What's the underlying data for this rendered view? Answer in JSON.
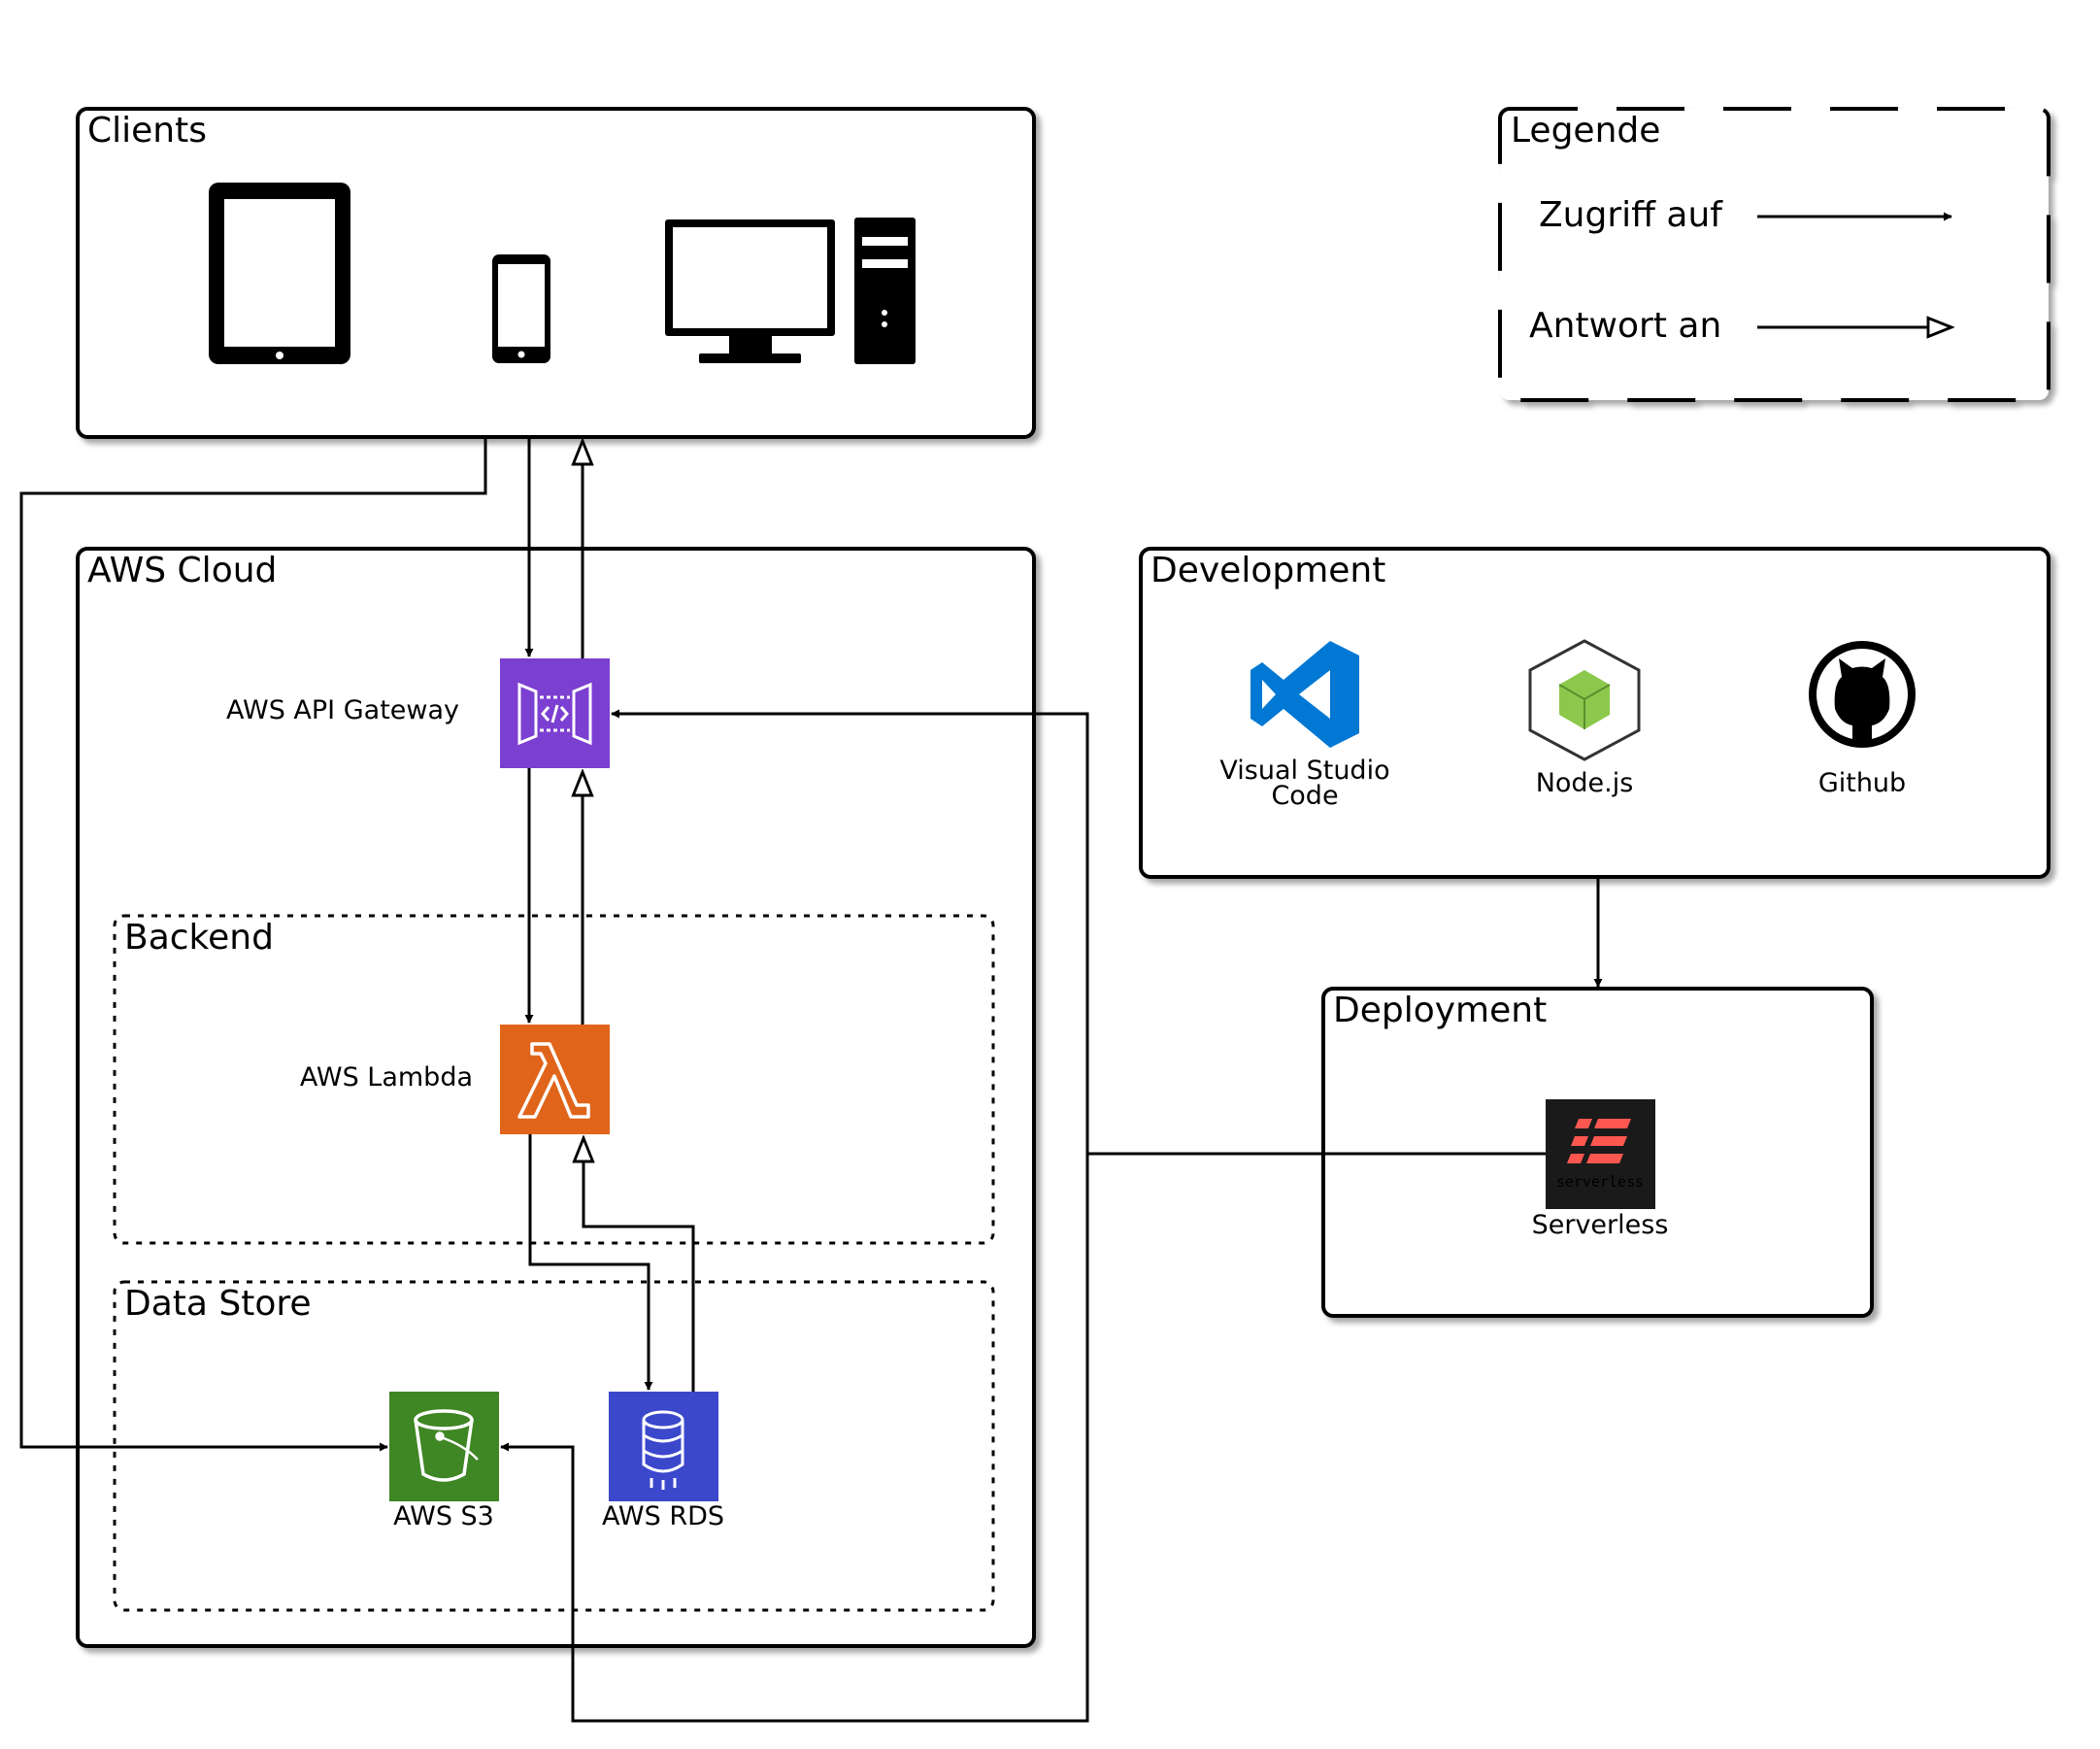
{
  "clients": {
    "title": "Clients"
  },
  "legend": {
    "title": "Legende",
    "access_label": "Zugriff auf",
    "response_label": "Antwort an"
  },
  "aws_cloud": {
    "title": "AWS Cloud"
  },
  "api_gateway": {
    "label": "AWS API Gateway",
    "color": "#7b3fd1"
  },
  "backend": {
    "title": "Backend"
  },
  "lambda": {
    "label": "AWS Lambda",
    "color": "#e0651a"
  },
  "data_store": {
    "title": "Data Store"
  },
  "s3": {
    "label": "AWS S3",
    "color": "#3f8624"
  },
  "rds": {
    "label": "AWS RDS",
    "color": "#3b48cc"
  },
  "development": {
    "title": "Development",
    "tools": [
      {
        "label_line1": "Visual Studio",
        "label_line2": "Code",
        "color": "#0078d4"
      },
      {
        "label": "Node.js",
        "color": "#8cc84b"
      },
      {
        "label": "Github"
      }
    ]
  },
  "deployment": {
    "title": "Deployment",
    "serverless_logo_text": "serverless",
    "serverless_label": "Serverless",
    "color": "#fd5750"
  }
}
